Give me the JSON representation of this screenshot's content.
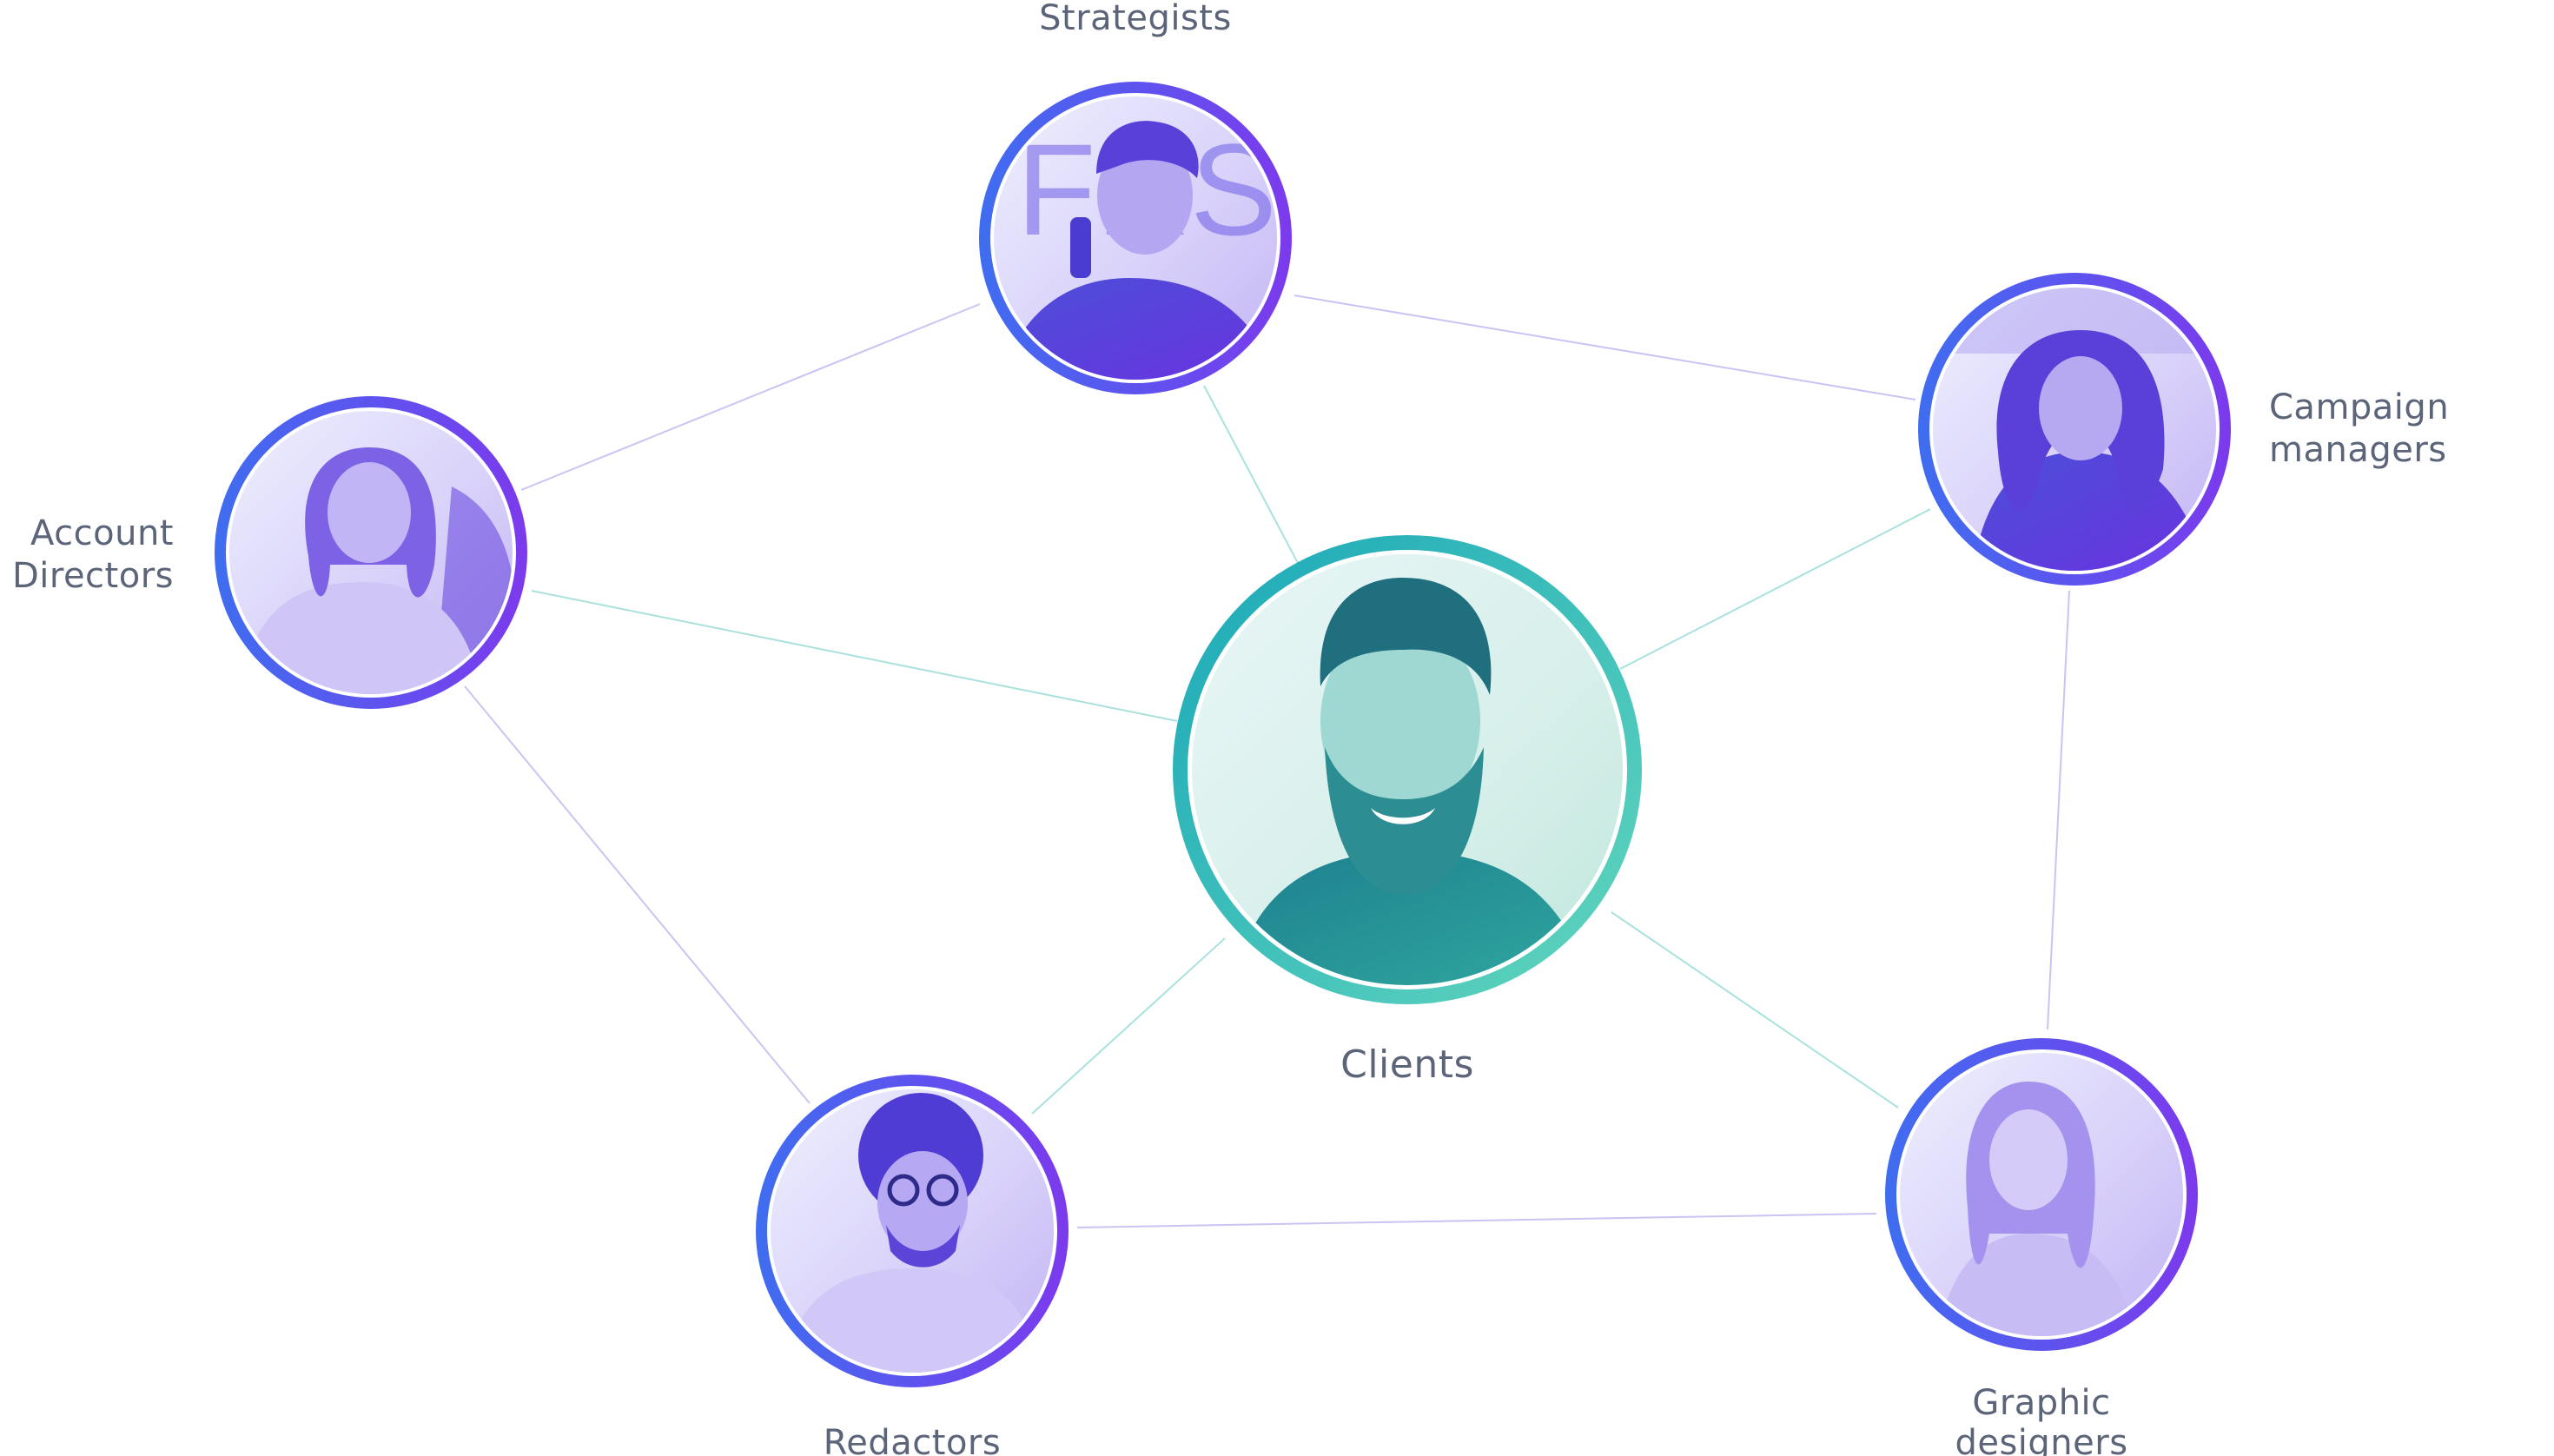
{
  "nodes": {
    "clients": {
      "label": "Clients",
      "avatar": "bearded-man-portrait"
    },
    "strategists": {
      "label": "Strategists",
      "avatar": "man-on-phone-portrait"
    },
    "campaign_managers": {
      "line1": "Campaign",
      "line2": "managers",
      "avatar": "woman-long-wavy-hair-portrait"
    },
    "account_directors": {
      "line1": "Account",
      "line2": "Directors",
      "avatar": "woman-smiling-portrait"
    },
    "redactors": {
      "label": "Redactors",
      "avatar": "man-with-glasses-portrait"
    },
    "graphic_designers": {
      "line1": "Graphic",
      "line2": "designers",
      "avatar": "woman-blonde-portrait"
    }
  },
  "edges": [
    [
      "strategists",
      "clients"
    ],
    [
      "account_directors",
      "clients"
    ],
    [
      "campaign_managers",
      "clients"
    ],
    [
      "redactors",
      "clients"
    ],
    [
      "graphic_designers",
      "clients"
    ],
    [
      "account_directors",
      "strategists"
    ],
    [
      "strategists",
      "campaign_managers"
    ],
    [
      "campaign_managers",
      "graphic_designers"
    ],
    [
      "graphic_designers",
      "redactors"
    ],
    [
      "redactors",
      "account_directors"
    ]
  ],
  "colors": {
    "outer_edge": "#cbc3f3",
    "inner_edge": "#a9e2dc",
    "ring_purple_start": "#3f6df0",
    "ring_purple_end": "#7c3aed",
    "ring_teal_start": "#1aa8b8",
    "ring_teal_end": "#63d6bd",
    "label": "#5b6478"
  }
}
